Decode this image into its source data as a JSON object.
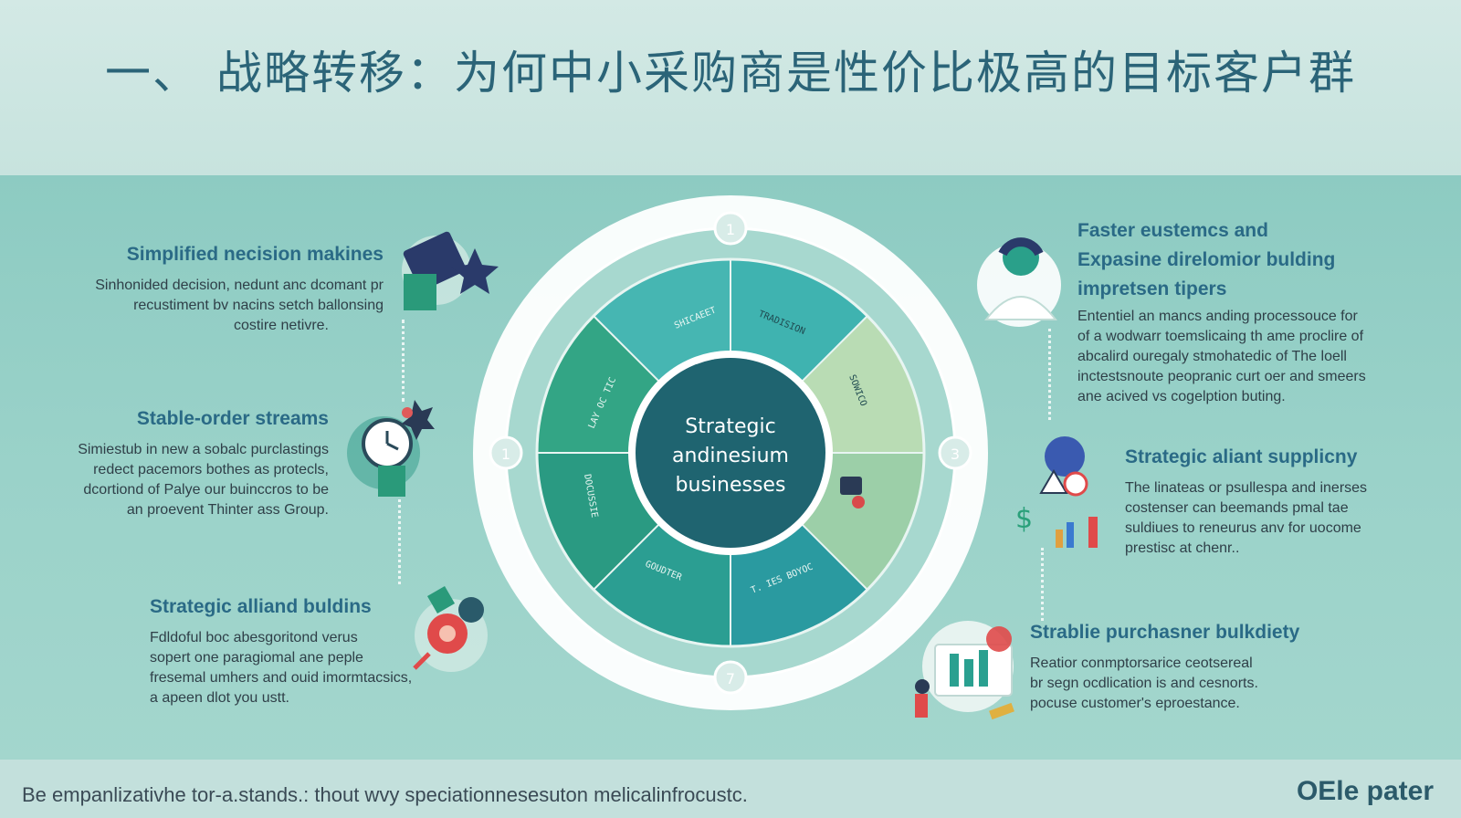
{
  "header": {
    "title": "一、 战略转移：为何中小采购商是性价比极高的目标客户群"
  },
  "center": {
    "line1": "Strategic",
    "line2": "andinesium",
    "line3": "businesses",
    "segments": [
      "SHICAEET",
      "TRADISION",
      "SOWICO",
      "",
      "",
      "GOUDTER",
      "T. IES BOYOC",
      "DOCUSSIE",
      "LAY OC TIC"
    ],
    "markers": [
      "1",
      "1",
      "3",
      "7"
    ]
  },
  "left": [
    {
      "title": "Simplified necision makines",
      "body": [
        "Sinhonided decision, nedunt anc dcomant pr",
        "recustiment bv nacins setch ballonsing",
        "costire netivre."
      ]
    },
    {
      "title": "Stable-order streams",
      "body": [
        "Simiestub in new a sobalc purclastings",
        "redect pacemors bothes as protecls,",
        "dcortiond of Palye our buinccros to be",
        "an proevent Thinter ass Group."
      ]
    },
    {
      "title": "Strategic alliand buldins",
      "body": [
        "Fdldoful boc abesgoritond verus",
        "sopert one paragiomal ane peple",
        "fresemal umhers and ouid imormtacsics,",
        "a apeen dlot you ustt."
      ]
    }
  ],
  "right": [
    {
      "title_lines": [
        "Faster eustemcs and",
        "Expasine direlomior bulding",
        "impretsen tipers"
      ],
      "body": [
        "Ententiel an mancs anding processouce for",
        "of a wodwarr toemslicaing th ame proclire of",
        "abcalird ouregaly stmohatedic of The loell",
        "inctestsnoute peopranic curt oer and smeers",
        "ane acived vs cogelption buting."
      ]
    },
    {
      "title_lines": [
        "Strategic aliant supplicny"
      ],
      "body": [
        "The linateas or psullespa and inerses",
        "costenser can beemands pmal tae",
        "suldiues to reneurus anv for uocome",
        "prestisc at chenr.."
      ]
    },
    {
      "title_lines": [
        "Strablie purchasner bulkdiety"
      ],
      "body": [
        "Reatior conmptorsarice ceotsereal",
        "br segn ocdlication is and cesnorts.",
        "pocuse customer's eproestance."
      ]
    }
  ],
  "footer": {
    "text": "Be empanlizativhe tor-a.stands.: thout wvy speciationnesesuton melicalinfrocustc.",
    "logo": "OEle pater"
  },
  "colors": {
    "accent": "#2b6478",
    "segment_dark": "#2a9a8c",
    "segment_light": "#b9dcb4",
    "core": "#1f6470"
  }
}
